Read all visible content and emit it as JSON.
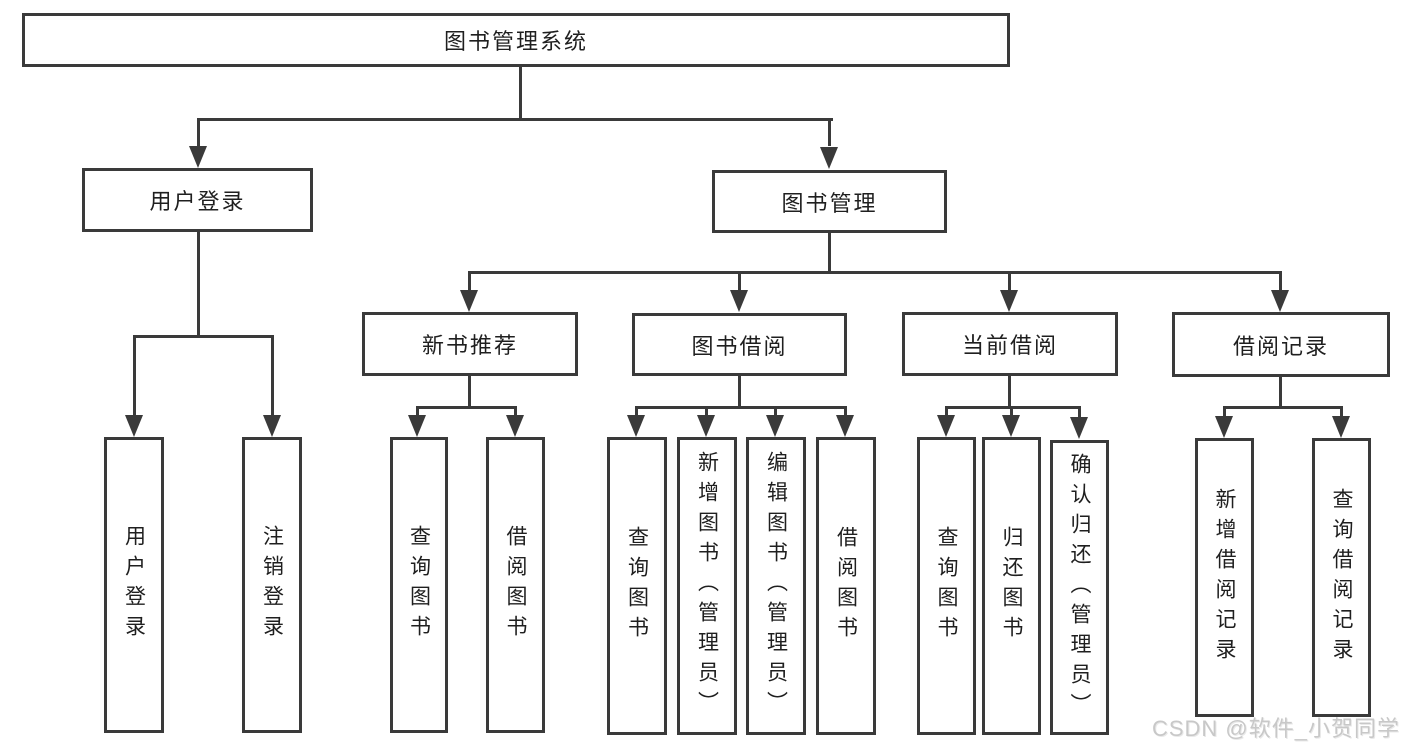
{
  "diagram": {
    "type": "hierarchy-tree",
    "root": {
      "label": "图书管理系统",
      "children": [
        {
          "label": "用户登录",
          "children": [
            {
              "label": "用户登录"
            },
            {
              "label": "注销登录"
            }
          ]
        },
        {
          "label": "图书管理",
          "children": [
            {
              "label": "新书推荐",
              "children": [
                {
                  "label": "查询图书"
                },
                {
                  "label": "借阅图书"
                }
              ]
            },
            {
              "label": "图书借阅",
              "children": [
                {
                  "label": "查询图书"
                },
                {
                  "label": "新增图书（管理员）"
                },
                {
                  "label": "编辑图书（管理员）"
                },
                {
                  "label": "借阅图书"
                }
              ]
            },
            {
              "label": "当前借阅",
              "children": [
                {
                  "label": "查询图书"
                },
                {
                  "label": "归还图书"
                },
                {
                  "label": "确认归还（管理员）"
                }
              ]
            },
            {
              "label": "借阅记录",
              "children": [
                {
                  "label": "新增借阅记录"
                },
                {
                  "label": "查询借阅记录"
                }
              ]
            }
          ]
        }
      ]
    }
  },
  "watermark": "CSDN @软件_小贺同学",
  "colors": {
    "line": "#3a3a3a",
    "box_border": "#3a3a3a",
    "text": "#1f1f1f",
    "watermark": "#c8c8c8",
    "background": "#ffffff"
  }
}
